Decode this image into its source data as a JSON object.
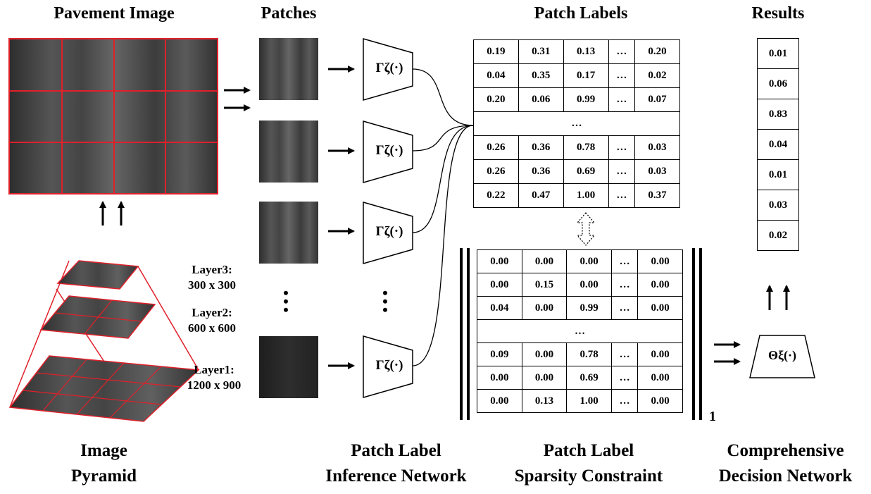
{
  "titles": {
    "pavement_image": "Pavement Image",
    "patches": "Patches",
    "patch_labels": "Patch Labels",
    "results": "Results"
  },
  "captions": {
    "pyramid_1": "Image",
    "pyramid_2": "Pyramid",
    "inference_1": "Patch Label",
    "inference_2": "Inference Network",
    "sparsity_1": "Patch Label",
    "sparsity_2": "Sparsity Constraint",
    "decision_1": "Comprehensive",
    "decision_2": "Decision Network"
  },
  "layers": [
    {
      "name": "Layer3:",
      "size": "300 x 300"
    },
    {
      "name": "Layer2:",
      "size": "600 x 600"
    },
    {
      "name": "Layer1:",
      "size": "1200 x 900"
    }
  ],
  "gamma_label": "Γζ(·)",
  "theta_label": "Θξ(·)",
  "ellipsis": "…",
  "patch_labels_table": {
    "top": [
      [
        "0.19",
        "0.31",
        "0.13",
        "…",
        "0.20"
      ],
      [
        "0.04",
        "0.35",
        "0.17",
        "…",
        "0.02"
      ],
      [
        "0.20",
        "0.06",
        "0.99",
        "…",
        "0.07"
      ]
    ],
    "bottom": [
      [
        "0.26",
        "0.36",
        "0.78",
        "…",
        "0.03"
      ],
      [
        "0.26",
        "0.36",
        "0.69",
        "…",
        "0.03"
      ],
      [
        "0.22",
        "0.47",
        "1.00",
        "…",
        "0.37"
      ]
    ]
  },
  "sparsity_table": {
    "top": [
      [
        "0.00",
        "0.00",
        "0.00",
        "…",
        "0.00"
      ],
      [
        "0.00",
        "0.15",
        "0.00",
        "…",
        "0.00"
      ],
      [
        "0.04",
        "0.00",
        "0.99",
        "…",
        "0.00"
      ]
    ],
    "bottom": [
      [
        "0.09",
        "0.00",
        "0.78",
        "…",
        "0.00"
      ],
      [
        "0.00",
        "0.00",
        "0.69",
        "…",
        "0.00"
      ],
      [
        "0.00",
        "0.13",
        "1.00",
        "…",
        "0.00"
      ]
    ]
  },
  "norm_subscript": "1",
  "results": [
    "0.01",
    "0.06",
    "0.83",
    "0.04",
    "0.01",
    "0.03",
    "0.02"
  ],
  "colors": {
    "grid_red": "#e0202a",
    "texture_dark": "#333333"
  }
}
